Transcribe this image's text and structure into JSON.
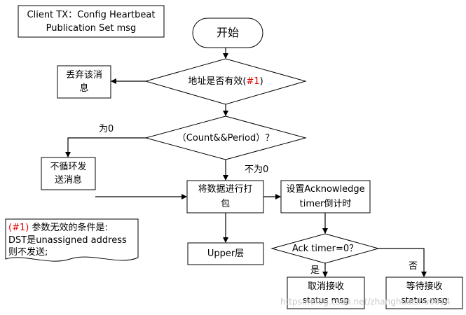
{
  "title_box": {
    "line1": "Client TX：Config Heartbeat",
    "line2": "Publication Set msg"
  },
  "start": "开始",
  "discard": {
    "line1": "丢弃该消",
    "line2": "息"
  },
  "decision_addr": {
    "prefix": "地址是否有效(",
    "ref": "#1",
    "suffix": ")"
  },
  "decision_count": "（Count&&Period）？",
  "label_zero": "为0",
  "label_nonzero": "不为0",
  "no_loop": {
    "line1": "不循环发",
    "line2": "送消息"
  },
  "pack": {
    "line1": "将数据进行打",
    "line2": "包"
  },
  "set_timer": {
    "line1": "设置Acknowledge",
    "line2": "timer倒计时"
  },
  "upper": "Upper层",
  "decision_ack": "Ack timer=0？",
  "label_yes": "是",
  "label_no": "否",
  "cancel": {
    "line1": "取消接收",
    "line2": "status msg"
  },
  "wait": {
    "line1": "等待接收",
    "line2": "status msg"
  },
  "note": {
    "ref": "(#1)",
    "line1_rest": " 参数无效的条件是:",
    "line2": "DST是unassigned address",
    "line3": "则不发送;"
  },
  "watermark": "https://blog.csdn.net/zhanghuaishu0614"
}
